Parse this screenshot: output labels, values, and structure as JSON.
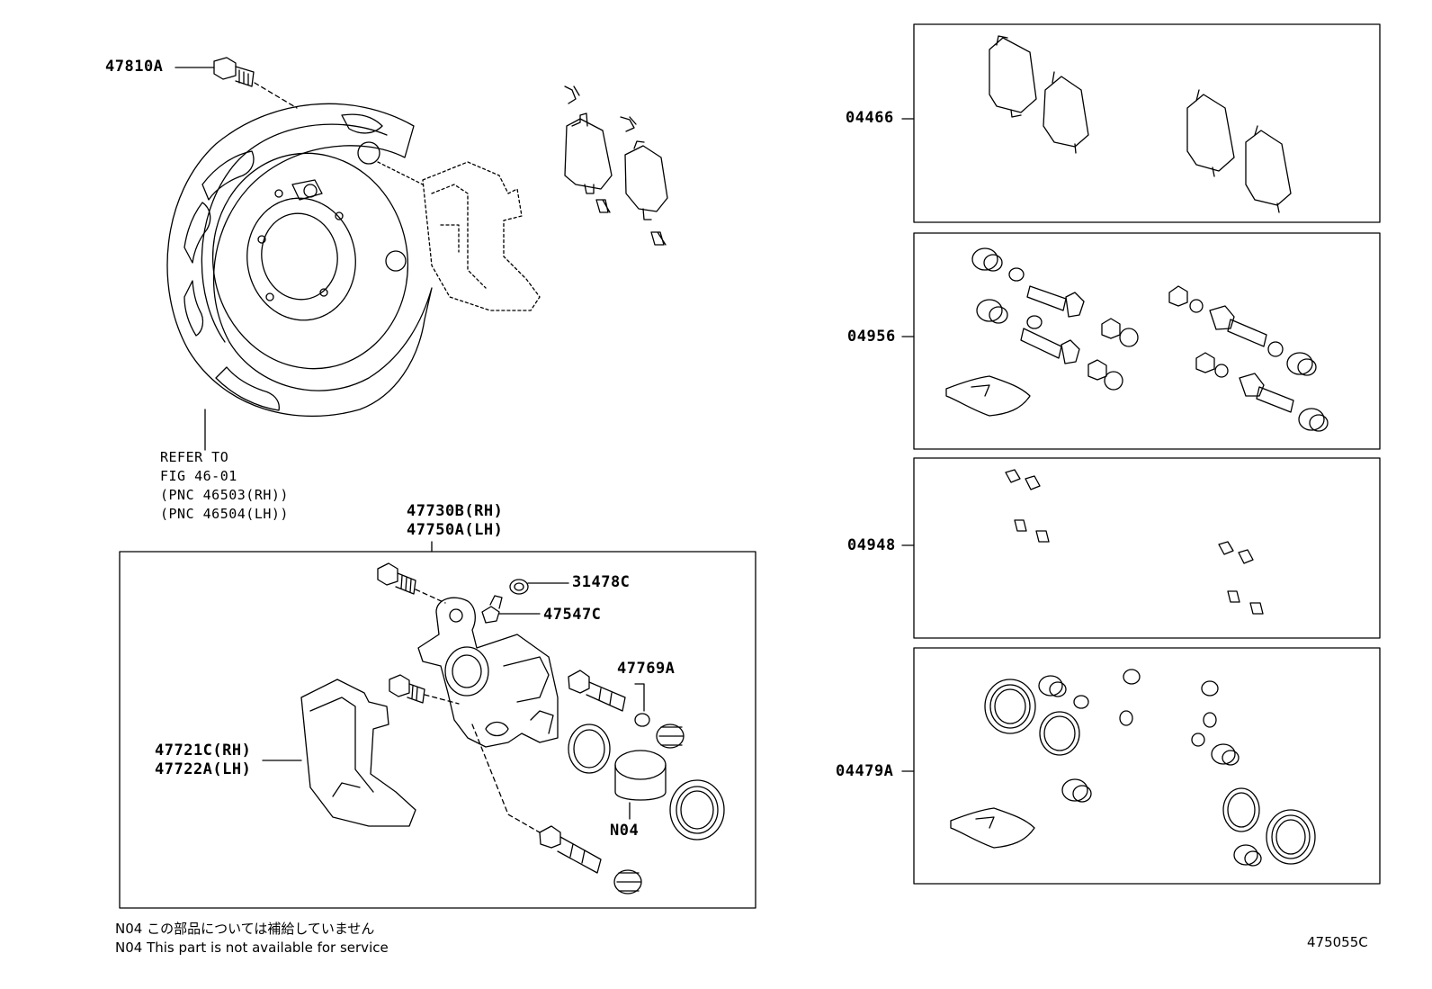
{
  "callouts": {
    "bolt_top": "47810A",
    "refer_line1": "REFER TO",
    "refer_line2": "FIG 46-01",
    "refer_line3": "(PNC 46503(RH))",
    "refer_line4": "(PNC 46504(LH))",
    "caliper_rh": "47730B(RH)",
    "caliper_lh": "47750A(LH)",
    "cap": "31478C",
    "bleeder": "47547C",
    "pin_boot": "47769A",
    "mount_rh": "47721C(RH)",
    "mount_lh": "47722A(LH)",
    "piston": "N04"
  },
  "kits": [
    {
      "label": "04466"
    },
    {
      "label": "04956"
    },
    {
      "label": "04948"
    },
    {
      "label": "04479A"
    }
  ],
  "notes": {
    "line1": "N04  この部品については補給していません",
    "line2": "N04  This part is not available for service"
  },
  "figure_code": "475055C"
}
